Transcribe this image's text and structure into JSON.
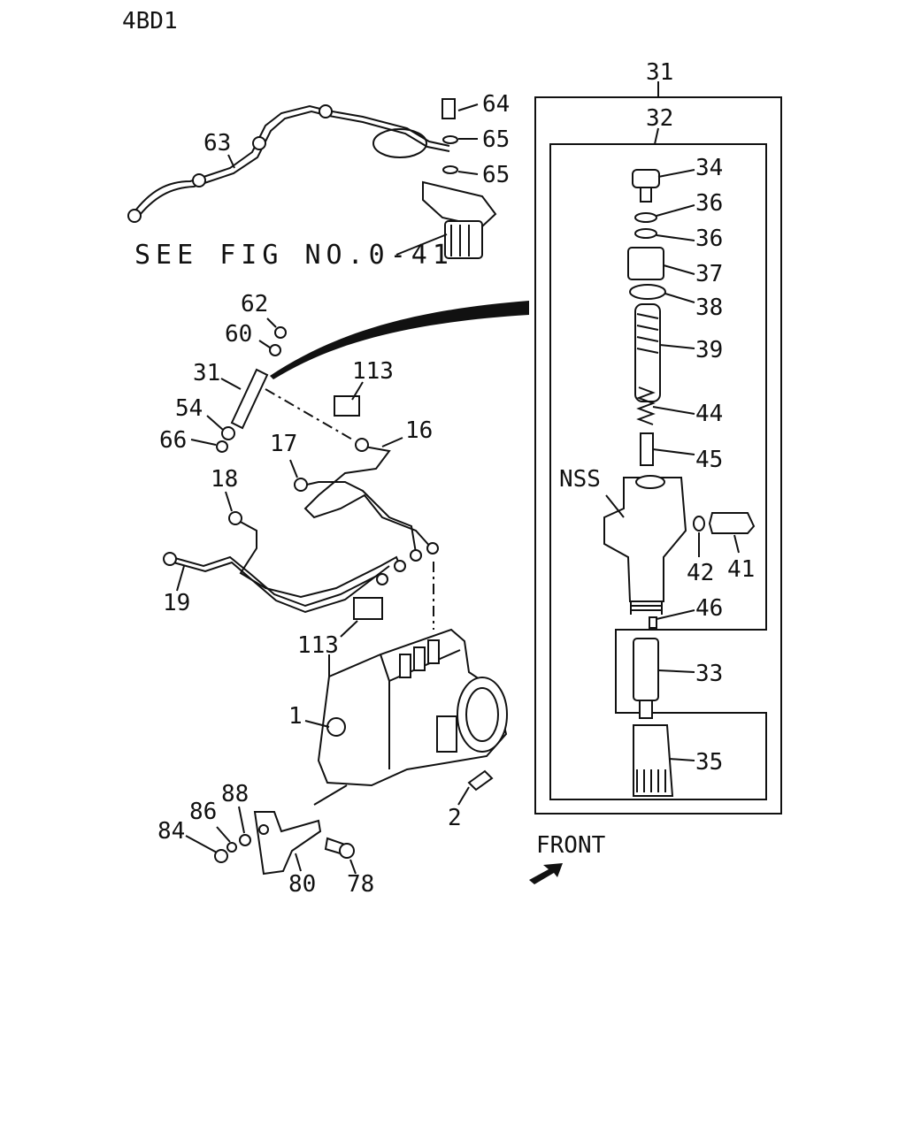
{
  "model_code": "4BD1",
  "reference_note": "SEE FIG NO.0-41",
  "front_label": "FRONT",
  "nss_label": "NSS",
  "callouts": {
    "c64": "64",
    "c65a": "65",
    "c65b": "65",
    "c63": "63",
    "c62": "62",
    "c60": "60",
    "c31l": "31",
    "c54": "54",
    "c66": "66",
    "c113a": "113",
    "c113b": "113",
    "c16": "16",
    "c17": "17",
    "c18": "18",
    "c19": "19",
    "c1": "1",
    "c2": "2",
    "c88": "88",
    "c86": "86",
    "c84": "84",
    "c80": "80",
    "c78": "78",
    "c31r": "31",
    "c32": "32",
    "c34": "34",
    "c36a": "36",
    "c36b": "36",
    "c37": "37",
    "c38": "38",
    "c39": "39",
    "c44": "44",
    "c45": "45",
    "c42": "42",
    "c41": "41",
    "c46": "46",
    "c33": "33",
    "c35": "35"
  }
}
